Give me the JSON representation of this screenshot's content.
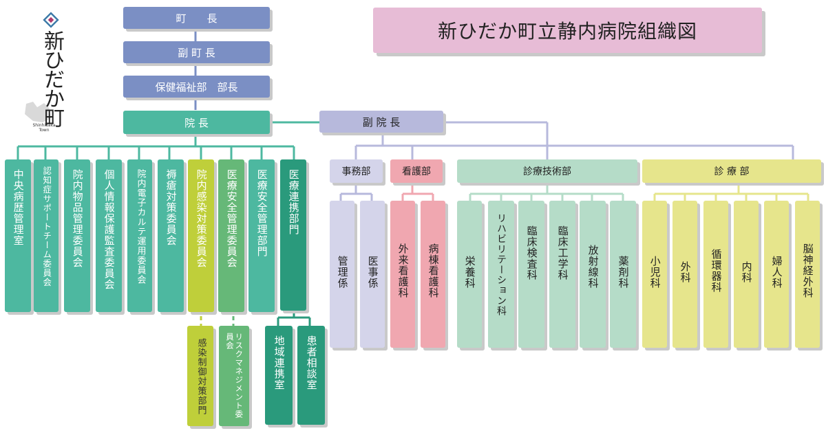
{
  "logo": {
    "text": "新ひだか町",
    "town_en": "Shinhidaka Town"
  },
  "title": "新ひだか町立静内病院組織図",
  "colors": {
    "exec": "#7b8fc4",
    "director": "#4db8a0",
    "vice": "#b7b9dc",
    "office": "#d4d4ea",
    "nursing": "#f0a7b0",
    "tech": "#b5dcc8",
    "clinic": "#e6e58c",
    "committee": "#4db8a0",
    "infection": "#bfcf3a",
    "safety": "#66b878",
    "liaison": "#2a9a7c",
    "title_bg": "#e7bcd6"
  },
  "executives": [
    {
      "label": "町　　長"
    },
    {
      "label": "副 町 長"
    },
    {
      "label": "保健福祉部　部長"
    }
  ],
  "director": {
    "label": "院 長"
  },
  "vice_director": {
    "label": "副 院 長"
  },
  "committees": [
    {
      "label": "中央病歴管理室"
    },
    {
      "label": "認知症サポートチーム委員会"
    },
    {
      "label": "院内物品管理委員会"
    },
    {
      "label": "個人情報保護監査委員会"
    },
    {
      "label": "院内電子カルテ運用委員会"
    },
    {
      "label": "褥瘡対策委員会"
    },
    {
      "label": "院内感染対策委員会"
    },
    {
      "label": "医療安全管理委員会"
    },
    {
      "label": "医療安全管理部門"
    },
    {
      "label": "医療連携部門"
    }
  ],
  "sub_units": [
    {
      "label": "感染制御対策部門"
    },
    {
      "label": "リスクマネジメント委員会"
    },
    {
      "label": "地域連携室"
    },
    {
      "label": "患者相談室"
    }
  ],
  "departments": [
    {
      "label": "事務部"
    },
    {
      "label": "看護部"
    },
    {
      "label": "診療技術部"
    },
    {
      "label": "診 療 部"
    }
  ],
  "office_units": [
    {
      "label": "管理係"
    },
    {
      "label": "医事係"
    }
  ],
  "nursing_units": [
    {
      "label": "外来看護科"
    },
    {
      "label": "病棟看護科"
    }
  ],
  "tech_units": [
    {
      "label": "栄養科"
    },
    {
      "label": "リハビリテーション科"
    },
    {
      "label": "臨床検査科"
    },
    {
      "label": "臨床工学科"
    },
    {
      "label": "放射線科"
    },
    {
      "label": "薬剤科"
    }
  ],
  "clinic_units": [
    {
      "label": "小児科"
    },
    {
      "label": "外科"
    },
    {
      "label": "循環器科"
    },
    {
      "label": "内科"
    },
    {
      "label": "婦人科"
    },
    {
      "label": "脳神経外科"
    }
  ]
}
